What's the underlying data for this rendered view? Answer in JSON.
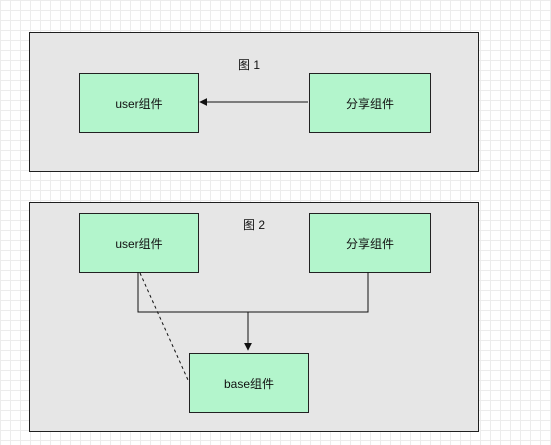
{
  "figure1": {
    "title": "图 1",
    "left_node": "user组件",
    "right_node": "分享组件"
  },
  "figure2": {
    "title": "图 2",
    "left_node": "user组件",
    "right_node": "分享组件",
    "bottom_node": "base组件"
  },
  "colors": {
    "panel_fill": "#e6e6e6",
    "node_fill": "#b3f5cc",
    "stroke": "#222222"
  }
}
